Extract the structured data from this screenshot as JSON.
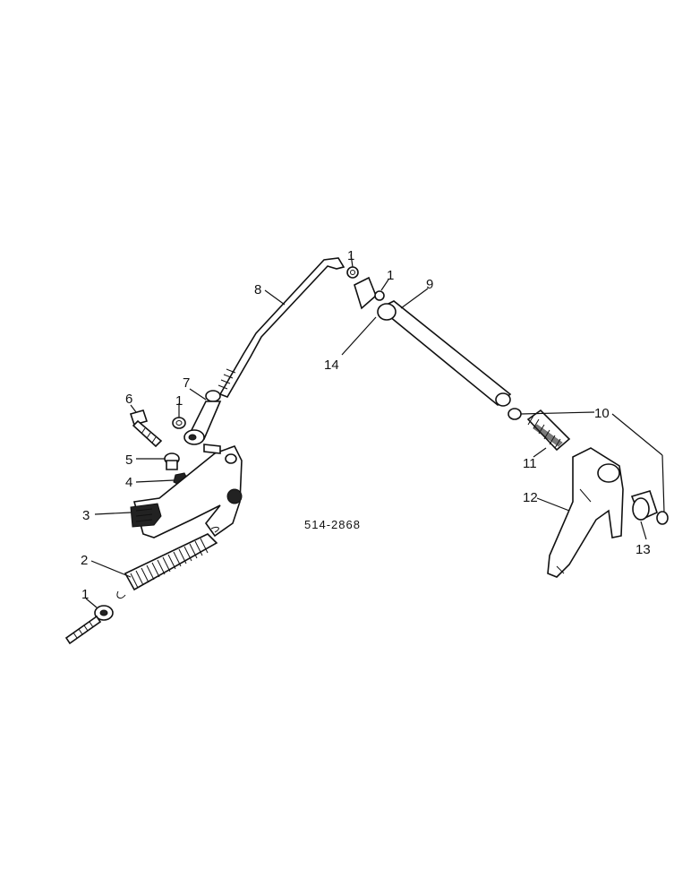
{
  "diagram": {
    "reference_code": "514-2868",
    "callouts": {
      "c1a": "1",
      "c1b": "1",
      "c1c": "1",
      "c1d": "1",
      "c2": "2",
      "c3": "3",
      "c4": "4",
      "c5": "5",
      "c6": "6",
      "c7": "7",
      "c8": "8",
      "c9": "9",
      "c10": "10",
      "c11": "11",
      "c12": "12",
      "c13": "13",
      "c14": "14"
    }
  }
}
